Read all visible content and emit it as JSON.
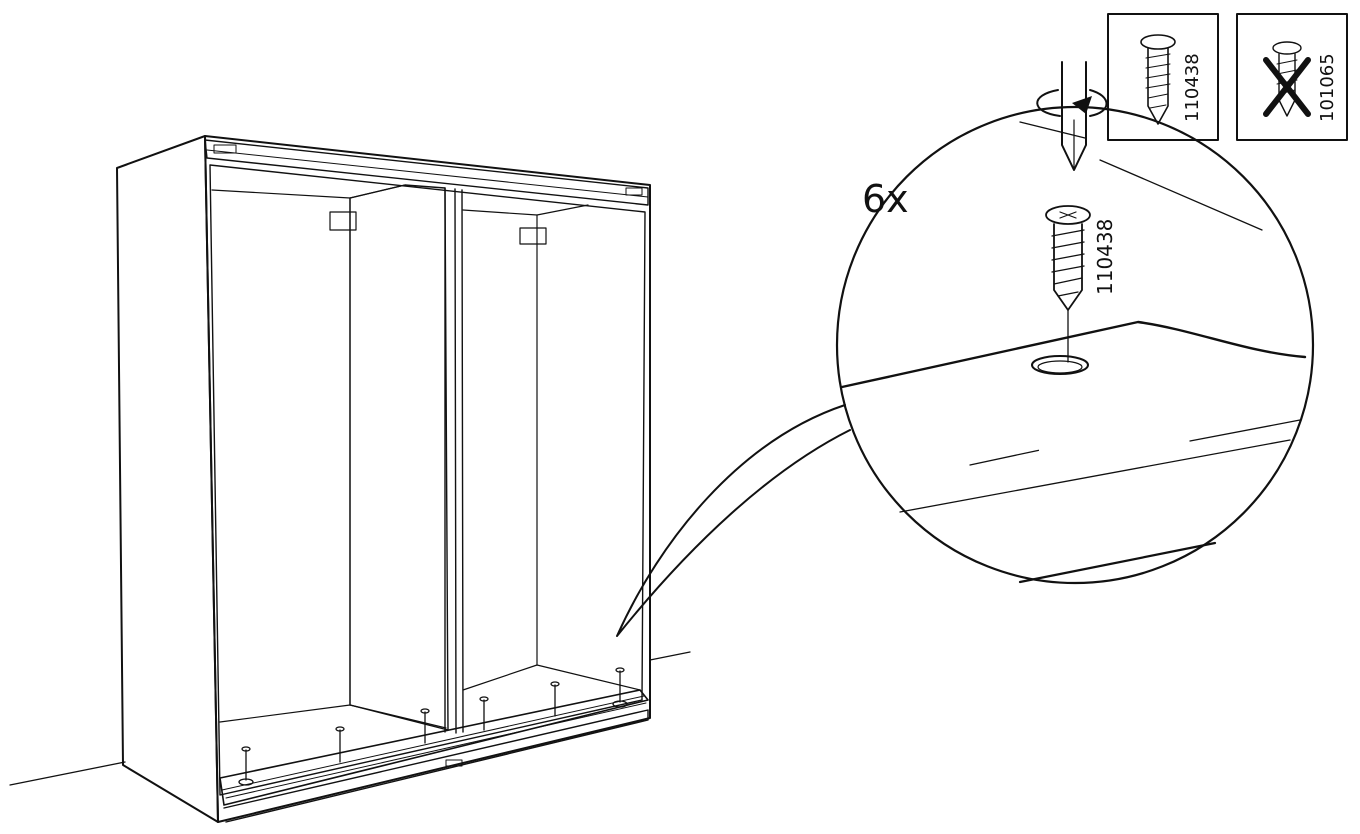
{
  "quantity": {
    "label": "6x"
  },
  "screw_correct": {
    "part_number": "110438",
    "icon": "screw-icon"
  },
  "screw_wrong": {
    "part_number": "101065",
    "icon": "screw-crossed-icon"
  },
  "detail_screw": {
    "part_number": "110438"
  },
  "colors": {
    "line": "#111111",
    "background": "#ffffff"
  }
}
